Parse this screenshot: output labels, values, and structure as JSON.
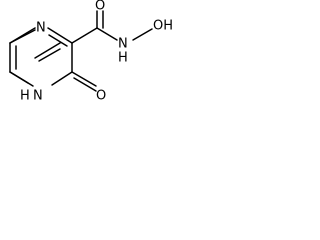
{
  "molecule": {
    "atoms": {
      "n_top": "N",
      "nh_ring": "H",
      "nh_ring_n": "N",
      "oxo_o": "O",
      "amide_o": "O",
      "amide_n": "N",
      "amide_h": "H",
      "hydroxyl": "OH"
    }
  }
}
